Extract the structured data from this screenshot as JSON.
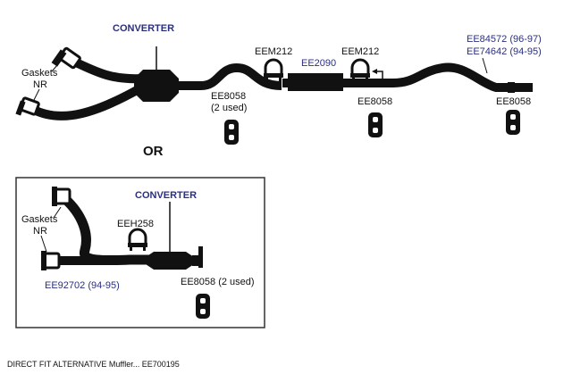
{
  "colors": {
    "ink": "#111111",
    "blue_label": "#2b2f80",
    "frame": "#333333",
    "background": "#ffffff"
  },
  "top_assembly": {
    "converter_label": "CONVERTER",
    "gaskets_label_line1": "Gaskets",
    "gaskets_label_line2": "NR",
    "hanger_left_label_line1": "EE8058",
    "hanger_left_label_line2": "(2 used)",
    "clamp_left_label": "EEM212",
    "muffler_label": "EE2090",
    "clamp_right_label": "EEM212",
    "hanger_mid_label": "EE8058",
    "tailpipe_label_line1": "EE84572 (96-97)",
    "tailpipe_label_line2": "EE74642 (94-95)",
    "hanger_right_label": "EE8058"
  },
  "or_label": "OR",
  "alt_assembly": {
    "gaskets_label_line1": "Gaskets",
    "gaskets_label_line2": "NR",
    "converter_label": "CONVERTER",
    "clamp_label": "EEH258",
    "pipe_label": "EE92702 (94-95)",
    "hanger_label": "EE8058 (2 used)"
  },
  "caption": "DIRECT FIT ALTERNATIVE Muffler... EE700195",
  "icons": [
    "clamp-icon",
    "hanger-icon",
    "flange-gasket-icon",
    "arrow-icon"
  ]
}
